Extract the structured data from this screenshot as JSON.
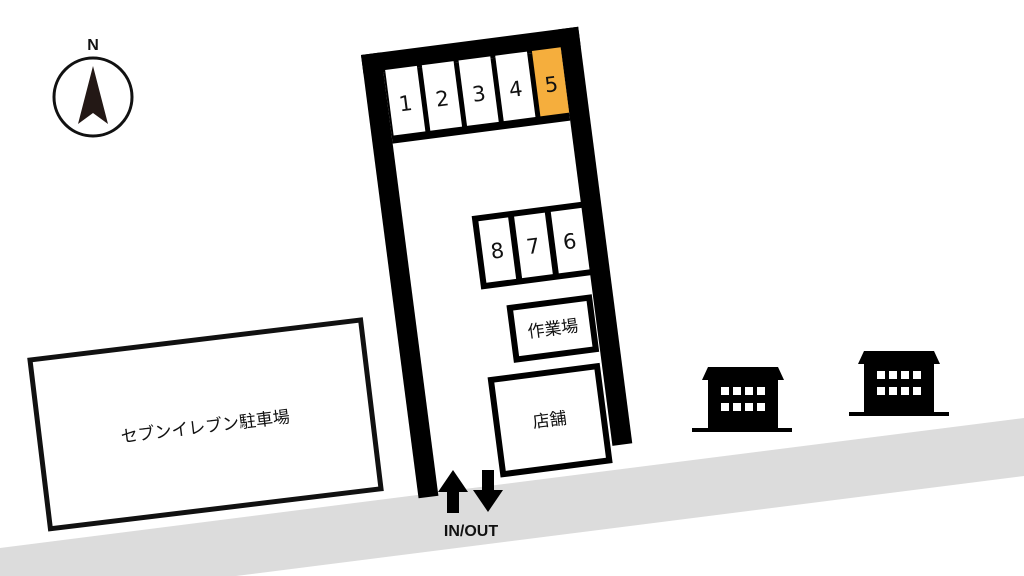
{
  "compass": {
    "label": "N"
  },
  "parking_spaces": [
    {
      "number": "1",
      "highlighted": false
    },
    {
      "number": "2",
      "highlighted": false
    },
    {
      "number": "3",
      "highlighted": false
    },
    {
      "number": "4",
      "highlighted": false
    },
    {
      "number": "5",
      "highlighted": true
    },
    {
      "number": "6",
      "highlighted": false
    },
    {
      "number": "7",
      "highlighted": false
    },
    {
      "number": "8",
      "highlighted": false
    }
  ],
  "buildings": {
    "workshop": "作業場",
    "store": "店舗",
    "neighbor_lot": "セブンイレブン駐車場"
  },
  "entrance": {
    "label": "IN/OUT"
  },
  "colors": {
    "highlight": "#f5ae3d",
    "road": "#dcdcdc",
    "wall": "#000000"
  }
}
